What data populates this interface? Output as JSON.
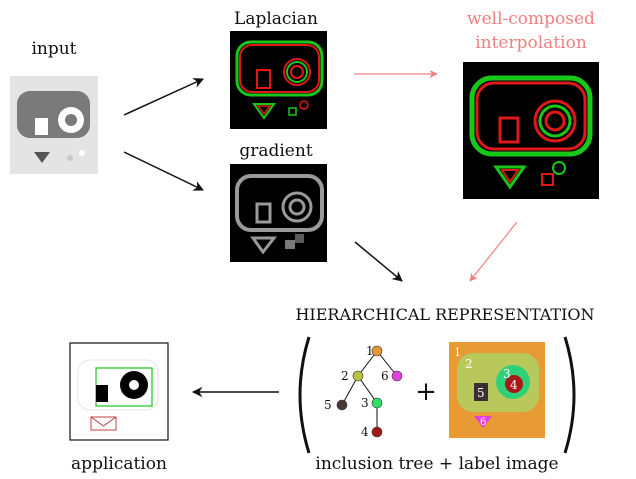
{
  "labels": {
    "input": "input",
    "laplacian": "Laplacian",
    "gradient": "gradient",
    "well_composed_line1": "well-composed",
    "well_composed_line2": "interpolation",
    "hierarchical": "HIERARCHICAL REPRESENTATION",
    "application": "application",
    "bottom_caption": "inclusion tree + label image",
    "plus": "+"
  },
  "tree_nodes": [
    {
      "id": "1",
      "color": "#e8962e"
    },
    {
      "id": "2",
      "color": "#b7c443"
    },
    {
      "id": "3",
      "color": "#33dd66"
    },
    {
      "id": "4",
      "color": "#a01818"
    },
    {
      "id": "5",
      "color": "#4a3a36"
    },
    {
      "id": "6",
      "color": "#e040e0"
    }
  ],
  "label_image_numbers": [
    "1",
    "2",
    "3",
    "4",
    "5",
    "6"
  ],
  "colors": {
    "well_composed_accent": "#f08080",
    "laplacian_red": "#e01818",
    "laplacian_green": "#18c818",
    "gradient_gray": "#9a9a9a",
    "label_bg": "#e89a35",
    "label_region2": "#b8c85a",
    "label_region3": "#2fd07a",
    "label_region4": "#a81a1a",
    "label_region5": "#3a3030",
    "label_region6": "#e040e0"
  }
}
